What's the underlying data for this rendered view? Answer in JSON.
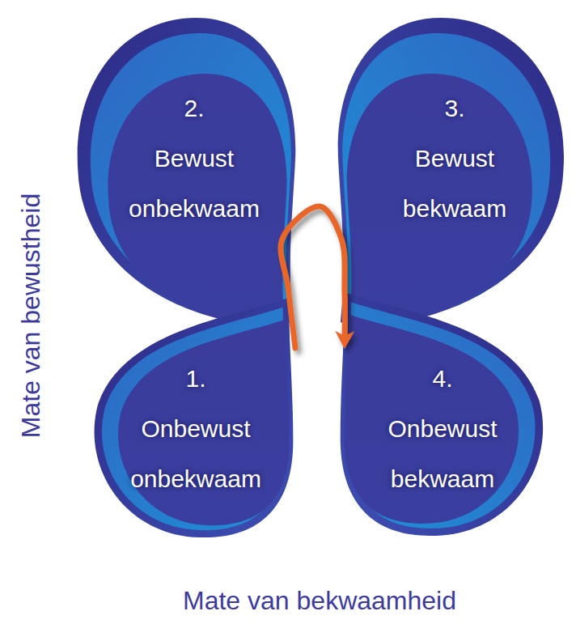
{
  "diagram": {
    "nodes": [
      {
        "text": [
          "2.",
          "Bewust onbekwaam"
        ]
      },
      {
        "text": [
          "3.",
          "Bewust bekwaam"
        ]
      },
      {
        "text": [
          "1.",
          "Onbewust onbekwaam"
        ]
      },
      {
        "text": [
          "4.",
          "Onbewust bekwaam"
        ]
      }
    ],
    "edges": [
      {
        "from": 2,
        "to": 3,
        "arrow": "to"
      }
    ],
    "labels": [
      "Mate van bewustheid",
      "Mate van bekwaamheid"
    ]
  }
}
